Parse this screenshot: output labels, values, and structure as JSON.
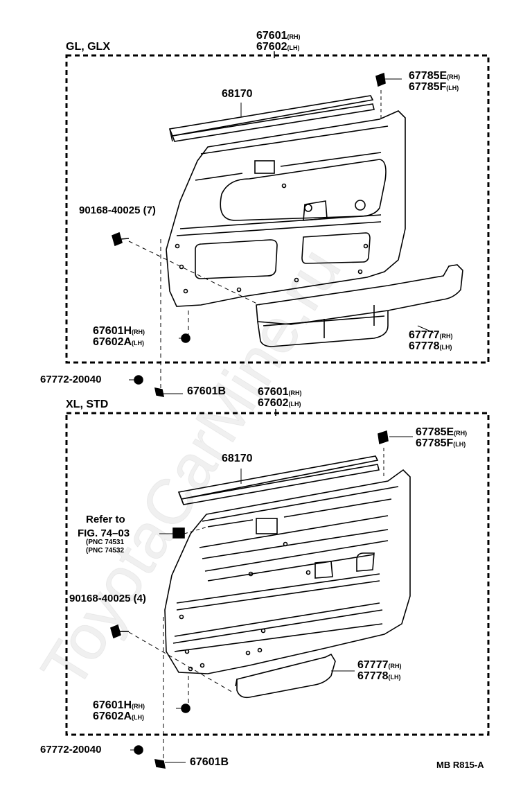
{
  "top": {
    "variant": "GL, GLX",
    "assembly_rh": "67601",
    "assembly_lh": "67602",
    "suffix_rh": "(RH)",
    "suffix_lh": "(LH)",
    "weatherstrip": "68170",
    "clip_rh": "67785E",
    "clip_lh": "67785F",
    "screw": "90168-40025",
    "screw_qty": "(7)",
    "clip2_rh": "67601H",
    "clip2_lh": "67602A",
    "pocket_rh": "67777",
    "pocket_lh": "67778"
  },
  "between": {
    "part_a": "67772-20040",
    "part_b": "67601B"
  },
  "bottom": {
    "variant": "XL, STD",
    "assembly_rh": "67601",
    "assembly_lh": "67602",
    "weatherstrip": "68170",
    "clip_rh": "67785E",
    "clip_lh": "67785F",
    "refer_line1": "Refer to",
    "refer_line2": "FIG. 74–03",
    "refer_pnc1": "(PNC 74531",
    "refer_pnc2": "(PNC 74532",
    "screw": "90168-40025",
    "screw_qty": "(4)",
    "clip2_rh": "67601H",
    "clip2_lh": "67602A",
    "pocket_rh": "67777",
    "pocket_lh": "67778",
    "part_a": "67772-20040",
    "part_b": "67601B"
  },
  "code": "MB R815-A",
  "watermark": "ToyotaCarMine.ru"
}
